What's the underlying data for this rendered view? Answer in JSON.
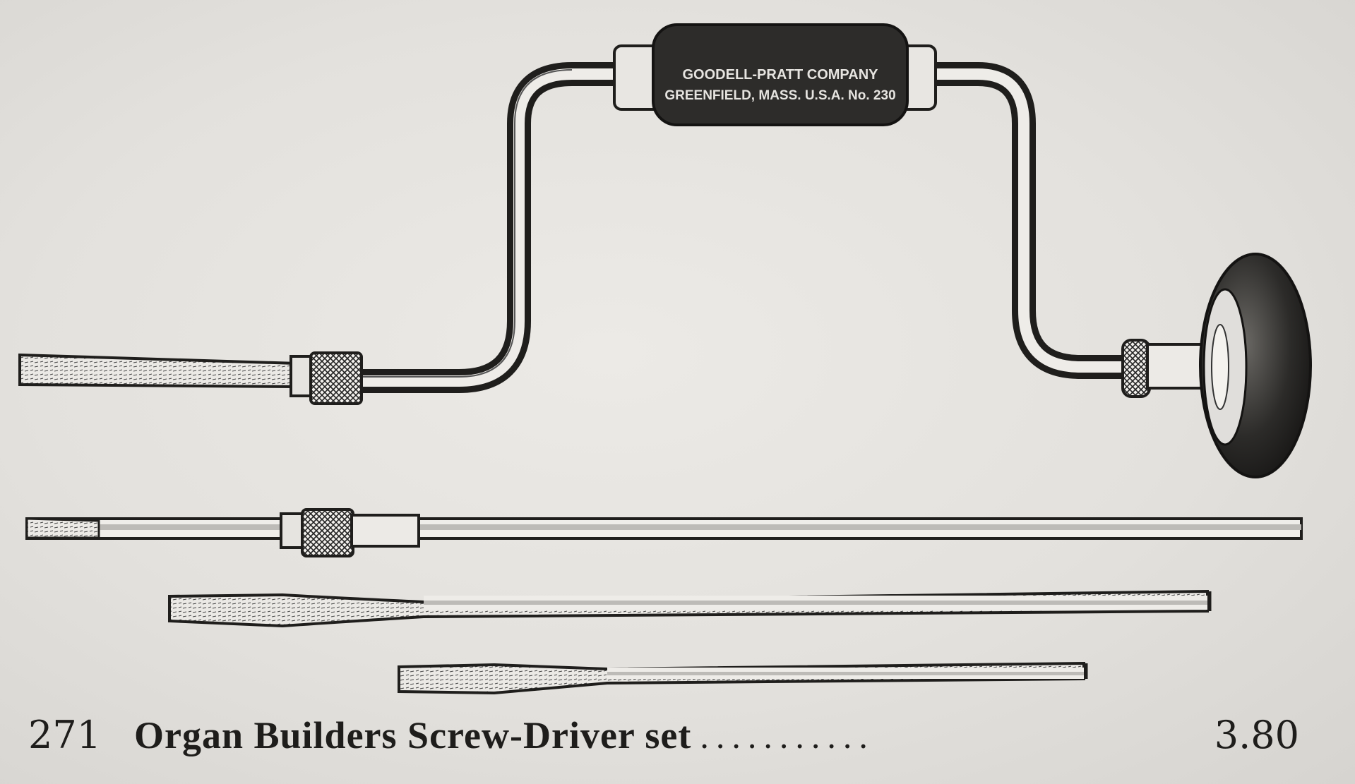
{
  "illustration": {
    "handle_stamp_line1": "GOODELL-PRATT COMPANY",
    "handle_stamp_line2": "GREENFIELD, MASS. U.S.A. No. 230"
  },
  "catalog_entry": {
    "number": "271",
    "title": "Organ Builders Screw-Driver set",
    "leader": "...........",
    "price": "3.80"
  }
}
